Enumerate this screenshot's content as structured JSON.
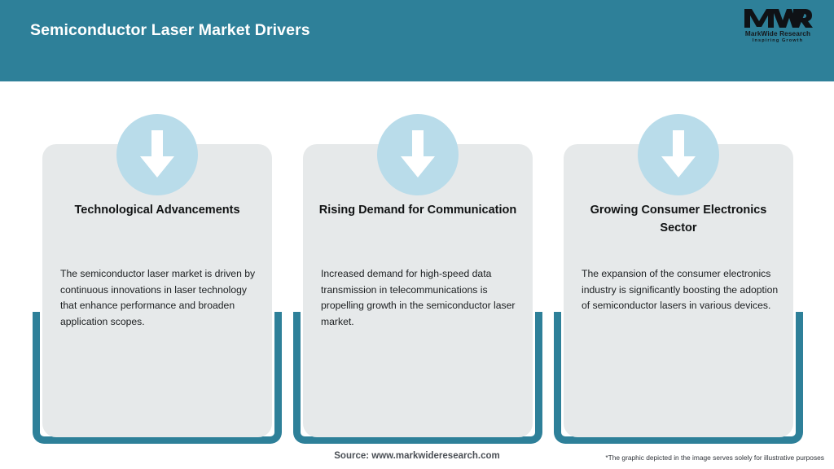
{
  "header": {
    "title": "Semiconductor Laser Market Drivers",
    "background_color": "#2e8099",
    "title_color": "#ffffff"
  },
  "logo": {
    "mark": "MWR",
    "name": "MarkWide Research",
    "tagline": "Inspiring Growth"
  },
  "cards": [
    {
      "icon": "down-arrow-icon",
      "heading": "Technological Advancements",
      "body": "The semiconductor laser market is driven by continuous innovations in laser technology that enhance performance and broaden application scopes."
    },
    {
      "icon": "down-arrow-icon",
      "heading": "Rising Demand for Communication",
      "body": "Increased demand for high-speed data transmission in telecommunications is propelling growth in the semiconductor laser market."
    },
    {
      "icon": "down-arrow-icon",
      "heading": "Growing Consumer Electronics Sector",
      "body": "The expansion of the consumer electronics industry is significantly boosting the adoption of semiconductor lasers in various devices."
    }
  ],
  "footer": {
    "source": "Source: www.markwideresearch.com",
    "disclaimer": "*The graphic depicted in the image serves solely for illustrative purposes"
  },
  "colors": {
    "accent_teal": "#2e8099",
    "panel_grey": "#e6e9ea",
    "badge_blue": "#b9dcea",
    "arrow_white": "#ffffff"
  }
}
